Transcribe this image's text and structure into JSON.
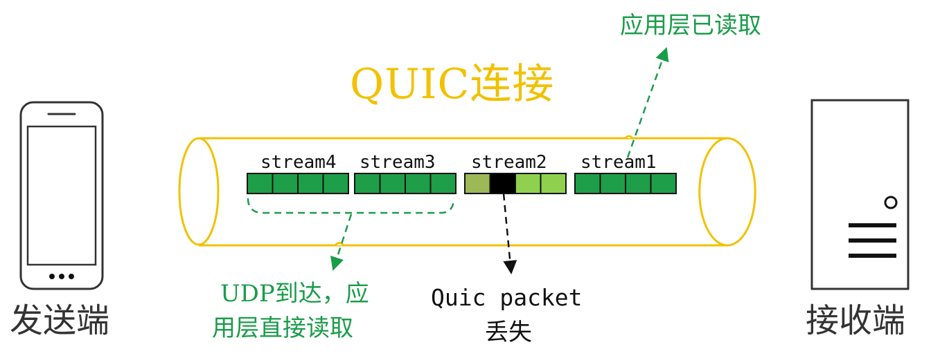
{
  "title": "QUIC连接",
  "streams": [
    {
      "name": "stream4",
      "packets": [
        "#1e9e48",
        "#1e9e48",
        "#1e9e48",
        "#1e9e48"
      ]
    },
    {
      "name": "stream3",
      "packets": [
        "#1e9e48",
        "#1e9e48",
        "#1e9e48",
        "#1e9e48"
      ]
    },
    {
      "name": "stream2",
      "packets": [
        "#9cb857",
        "#000000",
        "#8fd14f",
        "#8fd14f"
      ]
    },
    {
      "name": "stream1",
      "packets": [
        "#1e9e48",
        "#1e9e48",
        "#1e9e48",
        "#1e9e48"
      ]
    }
  ],
  "annotations": {
    "app_read": "应用层已读取",
    "udp_direct_line1": "UDP到达，应",
    "udp_direct_line2": "用层直接读取",
    "packet_lost_line1": "Quic packet",
    "packet_lost_line2": "丢失"
  },
  "endpoints": {
    "sender": "发送端",
    "receiver": "接收端"
  },
  "colors": {
    "pipe": "#f2c100",
    "green_text": "#1a9c4a",
    "packet_dark": "#1e9e48",
    "packet_light": "#8fd14f",
    "packet_olive": "#9cb857",
    "packet_lost": "#000000"
  },
  "icons": {
    "sender": "smartphone-icon",
    "receiver": "server-icon"
  }
}
